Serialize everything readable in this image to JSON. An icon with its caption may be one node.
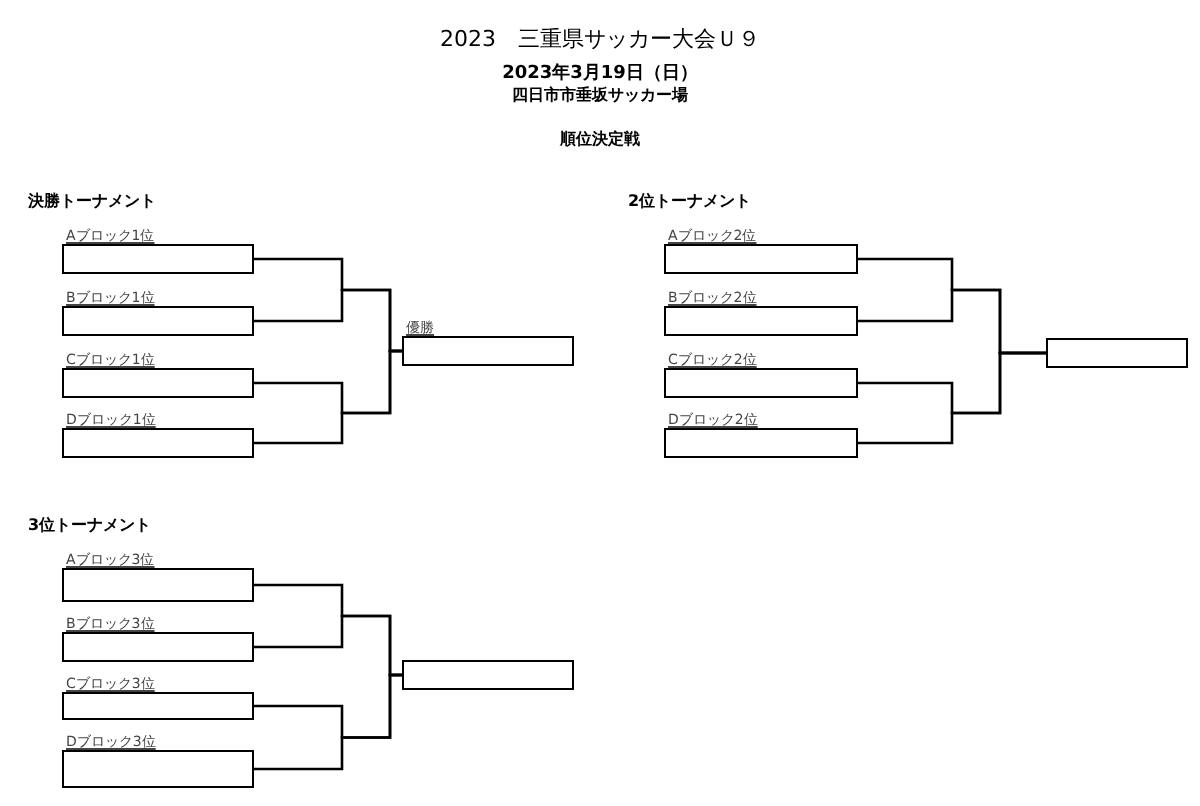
{
  "diagram": {
    "title": "2023　三重県サッカー大会Ｕ９",
    "nodes": [
      {
        "text": [
          "Aブロック1位"
        ]
      },
      {
        "text": [
          "Bブロック1位"
        ]
      },
      {
        "text": [
          "Cブロック1位"
        ]
      },
      {
        "text": [
          "Dブロック1位"
        ]
      },
      {
        "text": [
          "優勝"
        ]
      },
      {
        "text": [
          "Aブロック2位"
        ]
      },
      {
        "text": [
          "Bブロック2位"
        ]
      },
      {
        "text": [
          "Cブロック2位"
        ]
      },
      {
        "text": [
          "Dブロック2位"
        ]
      },
      {
        "text": [],
        "shape": "box"
      },
      {
        "text": [
          "Aブロック3位"
        ]
      },
      {
        "text": [
          "Bブロック3位"
        ]
      },
      {
        "text": [
          "Cブロック3位"
        ]
      },
      {
        "text": [
          "Dブロック3位"
        ]
      },
      {
        "text": [],
        "shape": "box"
      }
    ],
    "edges": [
      {
        "from": 0,
        "to": 4,
        "arrow": "none"
      },
      {
        "from": 1,
        "to": 4,
        "arrow": "none"
      },
      {
        "from": 2,
        "to": 4,
        "arrow": "none"
      },
      {
        "from": 3,
        "to": 4,
        "arrow": "none"
      },
      {
        "from": 5,
        "to": 9,
        "arrow": "none"
      },
      {
        "from": 6,
        "to": 9,
        "arrow": "none"
      },
      {
        "from": 7,
        "to": 9,
        "arrow": "none"
      },
      {
        "from": 8,
        "to": 9,
        "arrow": "none"
      },
      {
        "from": 10,
        "to": 14,
        "arrow": "none"
      },
      {
        "from": 11,
        "to": 14,
        "arrow": "none"
      },
      {
        "from": 12,
        "to": 14,
        "arrow": "none"
      },
      {
        "from": 13,
        "to": 14,
        "arrow": "none"
      }
    ],
    "labels": [
      "2023年3月19日（日）",
      "四日市市垂坂サッカー場",
      "順位決定戦",
      "決勝トーナメント",
      "2位トーナメント",
      "3位トーナメント"
    ]
  }
}
